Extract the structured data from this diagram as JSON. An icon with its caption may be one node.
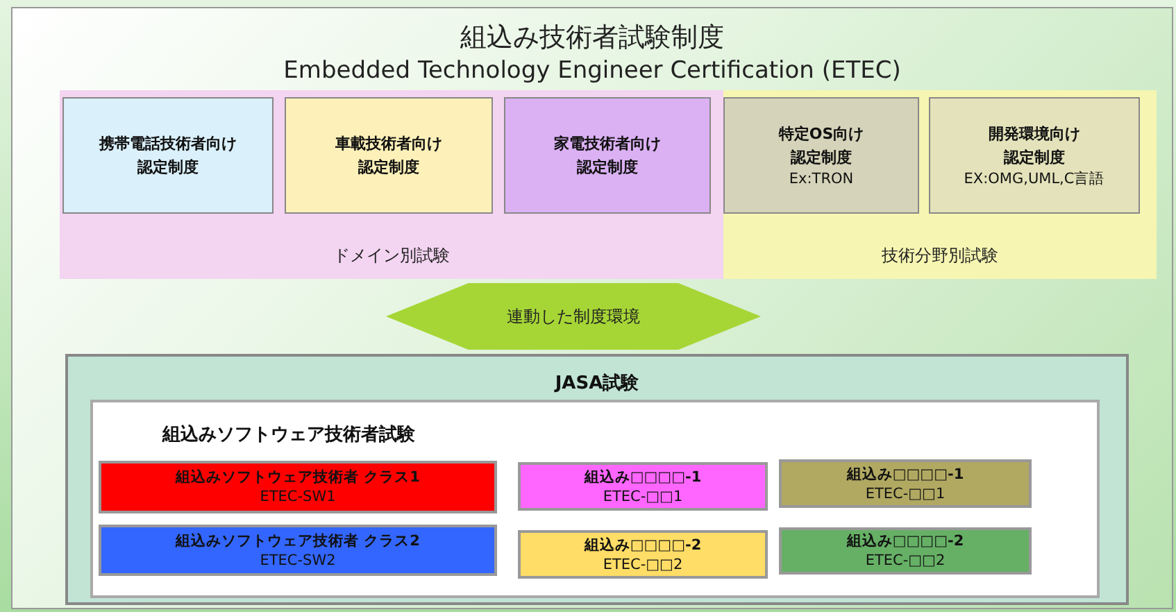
{
  "diagram": {
    "nodes": [
      {
        "text": [
          "組込み技術者試験制度",
          "Embedded Technology Engineer Certification (ETEC)"
        ]
      },
      {
        "text": [
          "ドメイン別試験"
        ],
        "in": 0
      },
      {
        "text": [
          "携帯電話技術者向け",
          "認定制度"
        ],
        "in": 1
      },
      {
        "text": [
          "車載技術者向け",
          "認定制度"
        ],
        "in": 1
      },
      {
        "text": [
          "家電技術者向け",
          "認定制度"
        ],
        "in": 1
      },
      {
        "text": [
          "技術分野別試験"
        ],
        "in": 0
      },
      {
        "text": [
          "特定OS向け",
          "認定制度",
          "Ex:TRON"
        ],
        "in": 5
      },
      {
        "text": [
          "開発環境向け",
          "認定制度",
          "EX:OMG,UML,C言語"
        ],
        "in": 5
      },
      {
        "text": [
          "連動した制度環境"
        ],
        "in": 0
      },
      {
        "text": [
          "JASA試験"
        ],
        "in": 0
      },
      {
        "text": [
          "組込みソフトウェア技術者試験"
        ],
        "in": 9
      },
      {
        "text": [
          "組込みソフトウェア技術者 クラス1",
          "ETEC-SW1"
        ],
        "in": 10
      },
      {
        "text": [
          "組込み□□□□-1",
          "ETEC-□□1"
        ],
        "in": 10
      },
      {
        "text": [
          "組込み□□□□-1",
          "ETEC-□□1"
        ],
        "in": 10
      },
      {
        "text": [
          "組込みソフトウェア技術者 クラス2",
          "ETEC-SW2"
        ],
        "in": 10
      },
      {
        "text": [
          "組込み□□□□-2",
          "ETEC-□□2"
        ],
        "in": 10
      },
      {
        "text": [
          "組込み□□□□-2",
          "ETEC-□□2"
        ],
        "in": 10
      }
    ]
  }
}
